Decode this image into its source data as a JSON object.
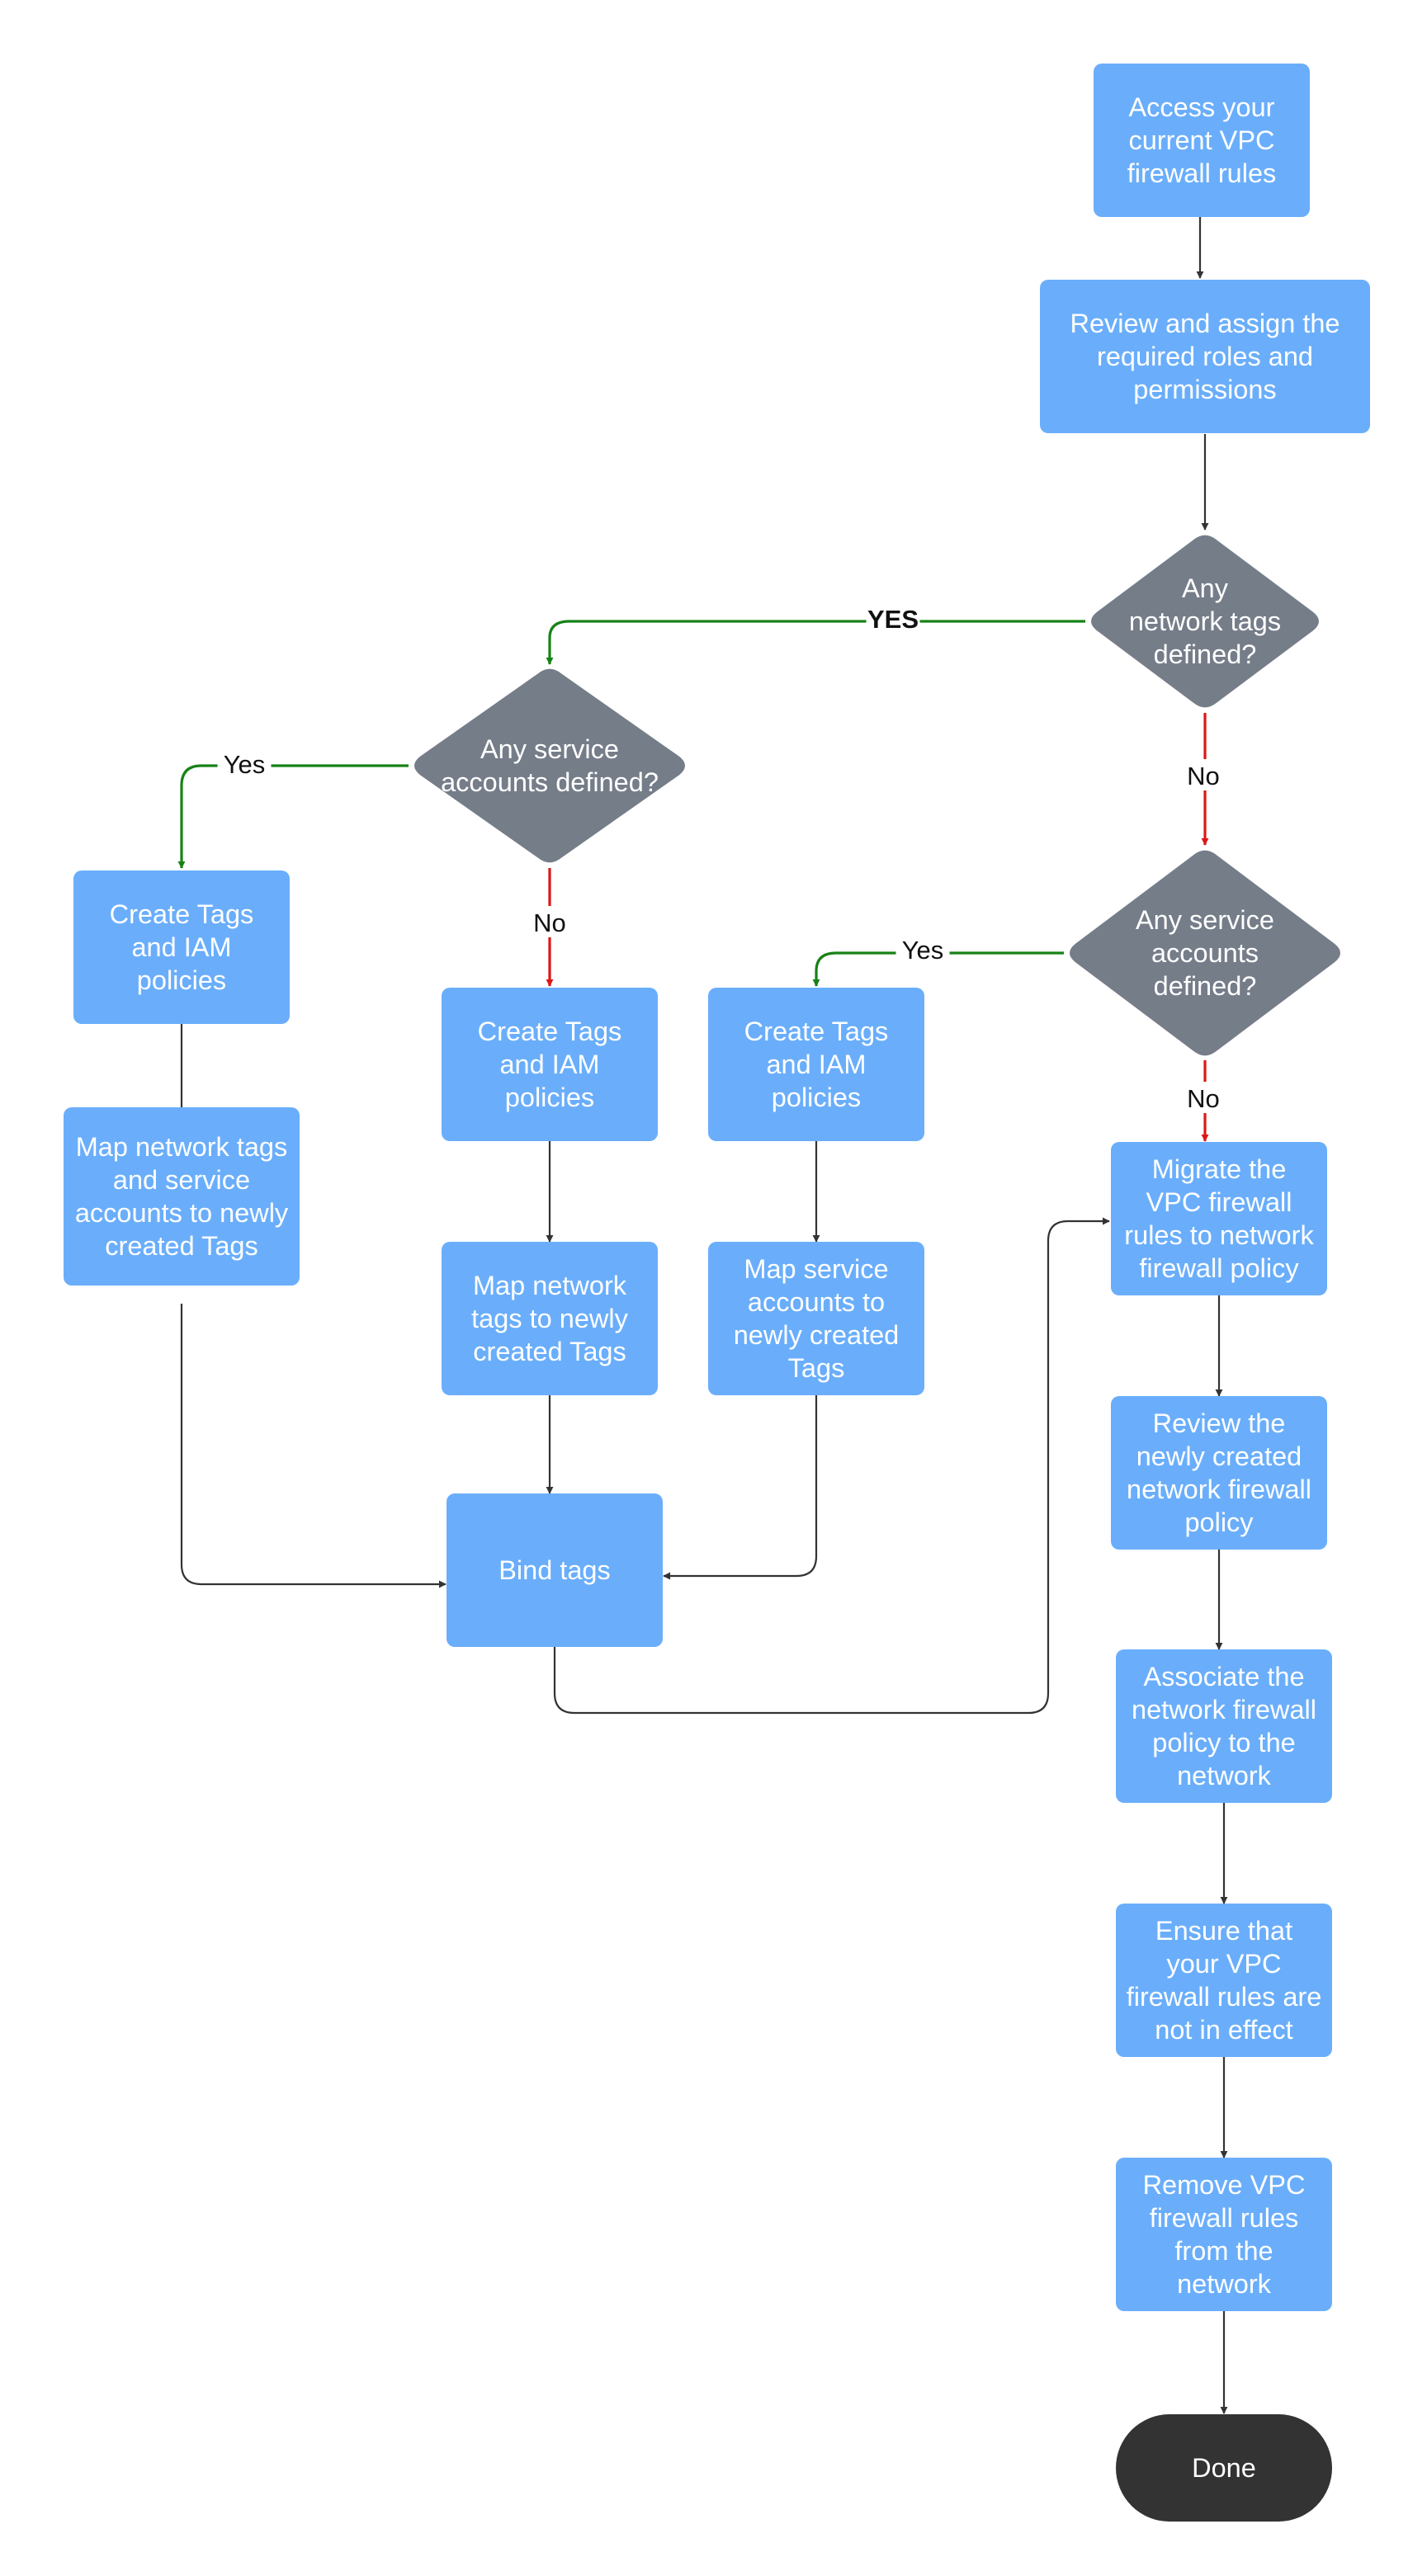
{
  "diagram": {
    "colors": {
      "process": "#6aaefb",
      "decision": "#757d89",
      "terminal": "#333333",
      "text": "#ffffff",
      "edge_default": "#333333",
      "edge_yes": "#168216",
      "edge_no": "#dd1717"
    },
    "nodes": [
      {
        "id": "access",
        "shape": "process",
        "lines": [
          "Access your",
          "current VPC",
          "firewall rules"
        ]
      },
      {
        "id": "review_roles",
        "shape": "process",
        "lines": [
          "Review and assign the",
          "required roles and",
          "permissions"
        ]
      },
      {
        "id": "tags_defined",
        "shape": "decision",
        "lines": [
          "Any",
          "network tags",
          "defined?"
        ]
      },
      {
        "id": "sa_defined_left",
        "shape": "decision",
        "lines": [
          "Any service",
          "accounts defined?"
        ]
      },
      {
        "id": "sa_defined_right",
        "shape": "decision",
        "lines": [
          "Any service",
          "accounts",
          "defined?"
        ]
      },
      {
        "id": "create_tags_1",
        "shape": "process",
        "lines": [
          "Create Tags",
          "and IAM",
          "policies"
        ]
      },
      {
        "id": "map_tags_sa",
        "shape": "process",
        "lines": [
          "Map network tags",
          "and service",
          "accounts to newly",
          "created Tags"
        ]
      },
      {
        "id": "create_tags_2",
        "shape": "process",
        "lines": [
          "Create Tags",
          "and IAM",
          "policies"
        ]
      },
      {
        "id": "map_network_tags",
        "shape": "process",
        "lines": [
          "Map network",
          "tags to newly",
          "created Tags"
        ]
      },
      {
        "id": "create_tags_3",
        "shape": "process",
        "lines": [
          "Create Tags",
          "and IAM",
          "policies"
        ]
      },
      {
        "id": "map_sa",
        "shape": "process",
        "lines": [
          "Map service",
          "accounts  to",
          "newly created",
          "Tags"
        ]
      },
      {
        "id": "bind_tags",
        "shape": "process",
        "lines": [
          "Bind tags"
        ]
      },
      {
        "id": "migrate",
        "shape": "process",
        "lines": [
          "Migrate the",
          "VPC firewall",
          "rules to network",
          "firewall policy"
        ]
      },
      {
        "id": "review_policy",
        "shape": "process",
        "lines": [
          "Review the",
          "newly created",
          "network firewall",
          "policy"
        ]
      },
      {
        "id": "associate",
        "shape": "process",
        "lines": [
          "Associate the",
          "network firewall",
          "policy to the",
          "network"
        ]
      },
      {
        "id": "ensure",
        "shape": "process",
        "lines": [
          "Ensure that",
          "your VPC",
          "firewall rules are",
          "not in effect"
        ]
      },
      {
        "id": "remove",
        "shape": "process",
        "lines": [
          "Remove  VPC",
          "firewall rules",
          "from the",
          "network"
        ]
      },
      {
        "id": "done",
        "shape": "terminal",
        "lines": [
          "Done"
        ]
      }
    ],
    "edges": [
      {
        "from": "access",
        "to": "review_roles",
        "kind": "default",
        "label": ""
      },
      {
        "from": "review_roles",
        "to": "tags_defined",
        "kind": "default",
        "label": ""
      },
      {
        "from": "tags_defined",
        "to": "sa_defined_left",
        "kind": "yes",
        "label": "YES"
      },
      {
        "from": "tags_defined",
        "to": "sa_defined_right",
        "kind": "no",
        "label": "No"
      },
      {
        "from": "sa_defined_left",
        "to": "create_tags_1",
        "kind": "yes",
        "label": "Yes"
      },
      {
        "from": "sa_defined_left",
        "to": "create_tags_2",
        "kind": "no",
        "label": "No"
      },
      {
        "from": "sa_defined_right",
        "to": "create_tags_3",
        "kind": "yes",
        "label": "Yes"
      },
      {
        "from": "sa_defined_right",
        "to": "migrate",
        "kind": "no",
        "label": "No"
      },
      {
        "from": "create_tags_1",
        "to": "map_tags_sa",
        "kind": "default",
        "label": ""
      },
      {
        "from": "create_tags_2",
        "to": "map_network_tags",
        "kind": "default",
        "label": ""
      },
      {
        "from": "create_tags_3",
        "to": "map_sa",
        "kind": "default",
        "label": ""
      },
      {
        "from": "map_tags_sa",
        "to": "bind_tags",
        "kind": "default",
        "label": ""
      },
      {
        "from": "map_network_tags",
        "to": "bind_tags",
        "kind": "default",
        "label": ""
      },
      {
        "from": "map_sa",
        "to": "bind_tags",
        "kind": "default",
        "label": ""
      },
      {
        "from": "bind_tags",
        "to": "migrate",
        "kind": "default",
        "label": ""
      },
      {
        "from": "migrate",
        "to": "review_policy",
        "kind": "default",
        "label": ""
      },
      {
        "from": "review_policy",
        "to": "associate",
        "kind": "default",
        "label": ""
      },
      {
        "from": "associate",
        "to": "ensure",
        "kind": "default",
        "label": ""
      },
      {
        "from": "ensure",
        "to": "remove",
        "kind": "default",
        "label": ""
      },
      {
        "from": "remove",
        "to": "done",
        "kind": "default",
        "label": ""
      }
    ]
  }
}
